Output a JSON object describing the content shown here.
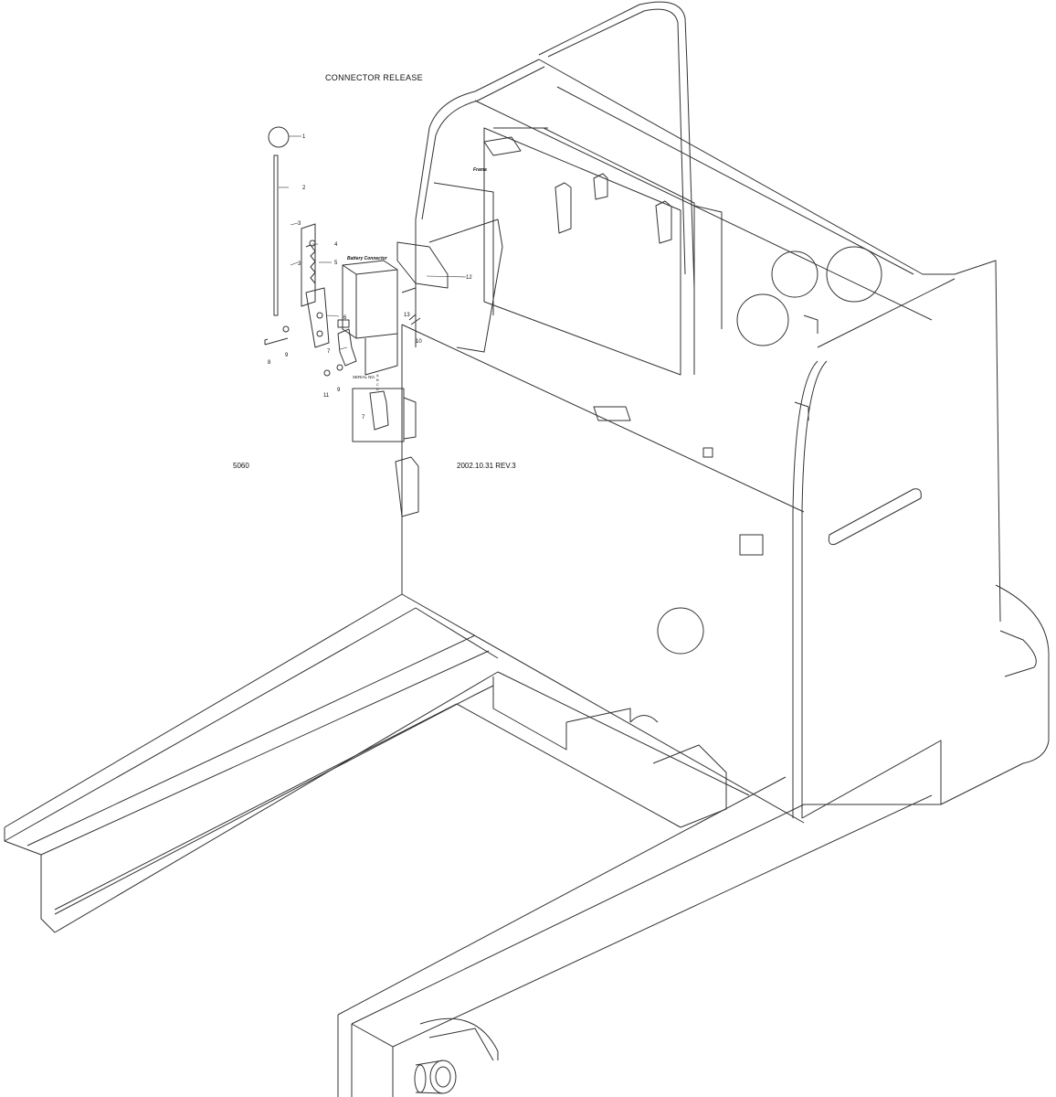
{
  "title": "CONNECTOR RELEASE",
  "drawing_code": "5060",
  "revision": "2002.10.31 REV.3",
  "labels": {
    "battery_connector": "Battery Connector",
    "frame": "Frame",
    "serial_no": "SERIAL NO.",
    "serial_lines": [
      "A",
      "B",
      "C",
      "D"
    ]
  },
  "callouts": [
    "1",
    "2",
    "3",
    "4",
    "5",
    "3",
    "6",
    "7",
    "8",
    "9",
    "9",
    "10",
    "11",
    "12",
    "13",
    "7"
  ]
}
